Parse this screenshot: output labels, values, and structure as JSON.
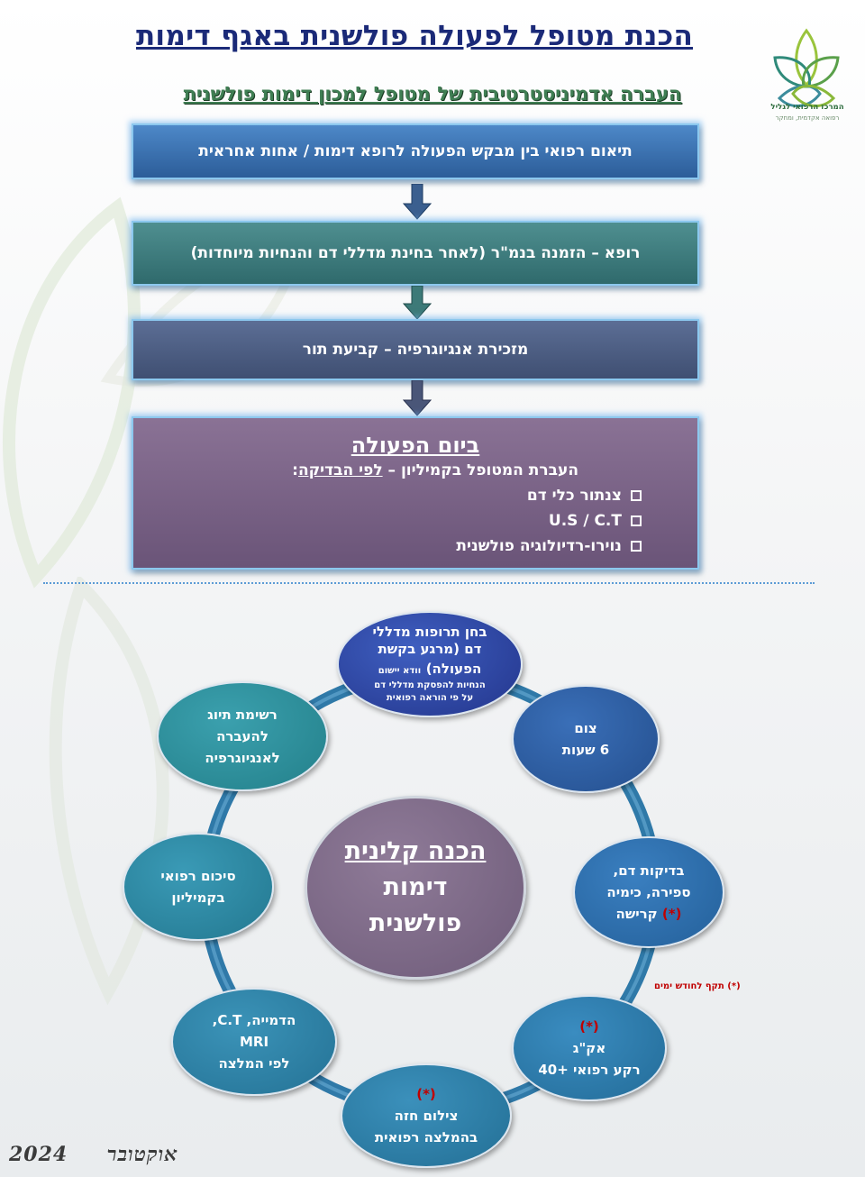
{
  "header": {
    "title": "הכנת מטופל לפעולה פולשנית באגף דימות",
    "subtitle": "העברה אדמיניסטרטיבית של מטופל למכון דימות פולשנית"
  },
  "logo": {
    "name": "המרכז הרפואי לגליל",
    "tagline": "רפואה אקדמית, ומחקר"
  },
  "flow": {
    "step1": "תיאום רפואי בין מבקש הפעולה לרופא דימות / אחות אחראית",
    "step2": "רופא – הזמנה בנמ\"ר (לאחר בחינת מדללי דם והנחיות מיוחדות)",
    "step3": "מזכירת אנגיוגרפיה – קביעת תור",
    "step4": {
      "heading": "ביום הפעולה",
      "line_prefix": "העברת המטופל בקמיליון – ",
      "line_underlined": "לפי הבדיקה",
      "line_suffix": ":",
      "items": [
        "צנתור כלי דם",
        "U.S / C.T",
        "נוירו-רדיולוגיה פולשנית"
      ]
    }
  },
  "cycle": {
    "center_line1": "הכנה קלינית",
    "center_line2": "דימות",
    "center_line3": "פולשנית",
    "blood_thinners": {
      "line1": "בחן תרופות מדללי",
      "line2": "דם (מרגע בקשת",
      "line3": "הפעולה)",
      "line3_small": "וודא יישום",
      "note1": "הנחיות להפסקת מדללי דם",
      "note2": "על פי הוראה רפואית"
    },
    "fasting": {
      "line1": "צום",
      "line2": "6 שעות"
    },
    "blood_tests": {
      "line1": "בדיקות דם,",
      "line2": "ספירה, כימיה",
      "star": "(*)",
      "line3": "קרישה"
    },
    "ecg": {
      "star": "(*)",
      "line1": "אק\"ג",
      "line2": "רקע רפואי +40"
    },
    "xray": {
      "star": "(*)",
      "line1": "צילום חזה",
      "line2": "בהמלצה רפואית"
    },
    "imaging": {
      "line1": "הדמייה, C.T,",
      "line2": "MRI",
      "line3": "לפי המלצה"
    },
    "summary": {
      "line1": "סיכום רפואי",
      "line2": "בקמיליון"
    },
    "tag_list": {
      "line1": "רשימת תיוג",
      "line2": "להעברה",
      "line3": "לאנגיוגרפיה"
    },
    "footnote": "(*) תקף לחודש ימים"
  },
  "footer": {
    "month": "אוקטובר",
    "year": "2024"
  },
  "colors": {
    "title": "#1b2a78",
    "subtitle": "#3f7e53",
    "ring": "#2f79a8",
    "accent_red": "#c00000"
  }
}
